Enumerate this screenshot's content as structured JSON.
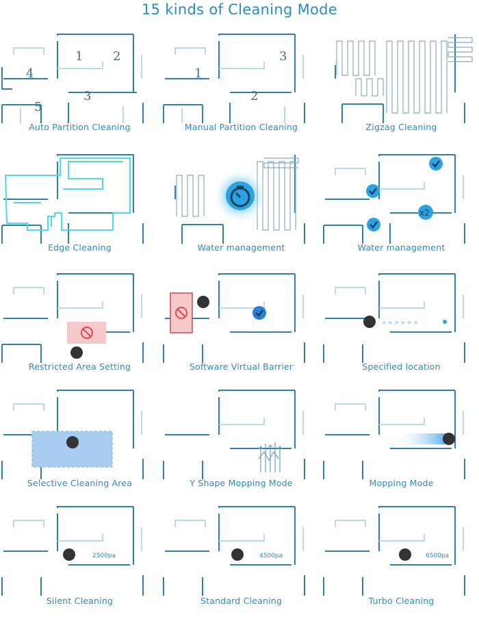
{
  "title": "15 kinds of Cleaning Mode",
  "colors": {
    "accent": "#2a8cc2",
    "wall": "#2d7fb0",
    "wall_light": "#bcd9ea",
    "robot": "#333333",
    "restricted": "#f6caca",
    "cyan": "#4fd8e6"
  },
  "modes": [
    {
      "label": "Auto Partition Cleaning",
      "icon": "numbered-rooms-icon",
      "rooms": [
        "1",
        "2",
        "3",
        "4",
        "5"
      ]
    },
    {
      "label": "Manual Partition Cleaning",
      "icon": "numbered-rooms-icon",
      "rooms": [
        "1",
        "2",
        "3"
      ]
    },
    {
      "label": "Zigzag Cleaning",
      "icon": "zigzag-path-icon"
    },
    {
      "label": "Edge Cleaning",
      "icon": "edge-path-icon"
    },
    {
      "label": "Water management",
      "icon": "timer-icon"
    },
    {
      "label": "Water management",
      "icon": "check-spots-icon",
      "badge": "x2"
    },
    {
      "label": "Restricted Area Setting",
      "icon": "no-entry-icon"
    },
    {
      "label": "Software Virtual Barrier",
      "icon": "virtual-barrier-icon"
    },
    {
      "label": "Specified location",
      "icon": "go-to-location-icon"
    },
    {
      "label": "Selective Cleaning Area",
      "icon": "selected-area-icon"
    },
    {
      "label": "Y Shape Mopping Mode",
      "icon": "y-mopping-icon"
    },
    {
      "label": "Mopping Mode",
      "icon": "mopping-icon"
    },
    {
      "label": "Silent Cleaning",
      "icon": "suction-icon",
      "suction": "2500pa"
    },
    {
      "label": "Standard Cleaning",
      "icon": "suction-icon",
      "suction": "4500pa"
    },
    {
      "label": "Turbo Cleaning",
      "icon": "suction-icon",
      "suction": "6500pa"
    }
  ]
}
